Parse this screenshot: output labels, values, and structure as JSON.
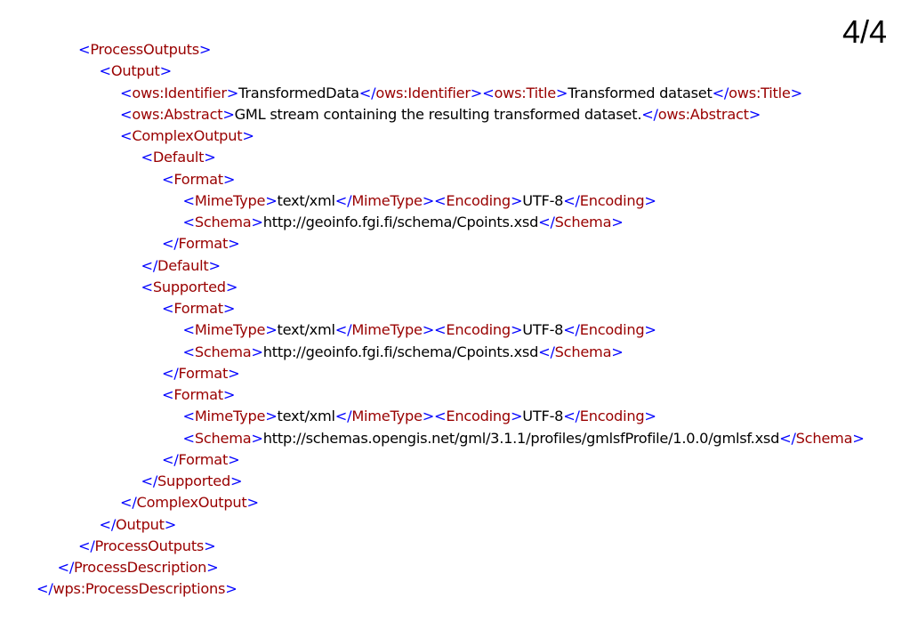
{
  "page_number": "4/4",
  "colors": {
    "punctuation": "#0000ff",
    "element_name": "#990000",
    "text_content": "#000000"
  },
  "xml_lines": [
    {
      "indent": 0,
      "tokens": [
        [
          "p",
          "<"
        ],
        [
          "n",
          "ProcessOutputs"
        ],
        [
          "p",
          ">"
        ]
      ]
    },
    {
      "indent": 1,
      "tokens": [
        [
          "p",
          "<"
        ],
        [
          "n",
          "Output"
        ],
        [
          "p",
          ">"
        ]
      ]
    },
    {
      "indent": 2,
      "tokens": [
        [
          "p",
          "<"
        ],
        [
          "n",
          "ows:Identifier"
        ],
        [
          "p",
          ">"
        ],
        [
          "t",
          "TransformedData"
        ],
        [
          "p",
          "</"
        ],
        [
          "n",
          "ows:Identifier"
        ],
        [
          "p",
          ">"
        ],
        [
          "p",
          "<"
        ],
        [
          "n",
          "ows:Title"
        ],
        [
          "p",
          ">"
        ],
        [
          "t",
          "Transformed dataset"
        ],
        [
          "p",
          "</"
        ],
        [
          "n",
          "ows:Title"
        ],
        [
          "p",
          ">"
        ]
      ]
    },
    {
      "indent": 2,
      "tokens": [
        [
          "p",
          "<"
        ],
        [
          "n",
          "ows:Abstract"
        ],
        [
          "p",
          ">"
        ],
        [
          "t",
          "GML stream containing the resulting transformed dataset."
        ],
        [
          "p",
          "</"
        ],
        [
          "n",
          "ows:Abstract"
        ],
        [
          "p",
          ">"
        ]
      ]
    },
    {
      "indent": 2,
      "tokens": [
        [
          "p",
          "<"
        ],
        [
          "n",
          "ComplexOutput"
        ],
        [
          "p",
          ">"
        ]
      ]
    },
    {
      "indent": 3,
      "tokens": [
        [
          "p",
          "<"
        ],
        [
          "n",
          "Default"
        ],
        [
          "p",
          ">"
        ]
      ]
    },
    {
      "indent": 4,
      "tokens": [
        [
          "p",
          "<"
        ],
        [
          "n",
          "Format"
        ],
        [
          "p",
          ">"
        ]
      ]
    },
    {
      "indent": 5,
      "tokens": [
        [
          "p",
          "<"
        ],
        [
          "n",
          "MimeType"
        ],
        [
          "p",
          ">"
        ],
        [
          "t",
          "text/xml"
        ],
        [
          "p",
          "</"
        ],
        [
          "n",
          "MimeType"
        ],
        [
          "p",
          ">"
        ],
        [
          "p",
          "<"
        ],
        [
          "n",
          "Encoding"
        ],
        [
          "p",
          ">"
        ],
        [
          "t",
          "UTF-8"
        ],
        [
          "p",
          "</"
        ],
        [
          "n",
          "Encoding"
        ],
        [
          "p",
          ">"
        ]
      ]
    },
    {
      "indent": 5,
      "tokens": [
        [
          "p",
          "<"
        ],
        [
          "n",
          "Schema"
        ],
        [
          "p",
          ">"
        ],
        [
          "t",
          "http://geoinfo.fgi.fi/schema/Cpoints.xsd"
        ],
        [
          "p",
          "</"
        ],
        [
          "n",
          "Schema"
        ],
        [
          "p",
          ">"
        ]
      ]
    },
    {
      "indent": 4,
      "tokens": [
        [
          "p",
          "</"
        ],
        [
          "n",
          "Format"
        ],
        [
          "p",
          ">"
        ]
      ]
    },
    {
      "indent": 3,
      "tokens": [
        [
          "p",
          "</"
        ],
        [
          "n",
          "Default"
        ],
        [
          "p",
          ">"
        ]
      ]
    },
    {
      "indent": 3,
      "tokens": [
        [
          "p",
          "<"
        ],
        [
          "n",
          "Supported"
        ],
        [
          "p",
          ">"
        ]
      ]
    },
    {
      "indent": 4,
      "tokens": [
        [
          "p",
          "<"
        ],
        [
          "n",
          "Format"
        ],
        [
          "p",
          ">"
        ]
      ]
    },
    {
      "indent": 5,
      "tokens": [
        [
          "p",
          "<"
        ],
        [
          "n",
          "MimeType"
        ],
        [
          "p",
          ">"
        ],
        [
          "t",
          "text/xml"
        ],
        [
          "p",
          "</"
        ],
        [
          "n",
          "MimeType"
        ],
        [
          "p",
          ">"
        ],
        [
          "p",
          "<"
        ],
        [
          "n",
          "Encoding"
        ],
        [
          "p",
          ">"
        ],
        [
          "t",
          "UTF-8"
        ],
        [
          "p",
          "</"
        ],
        [
          "n",
          "Encoding"
        ],
        [
          "p",
          ">"
        ]
      ]
    },
    {
      "indent": 5,
      "tokens": [
        [
          "p",
          "<"
        ],
        [
          "n",
          "Schema"
        ],
        [
          "p",
          ">"
        ],
        [
          "t",
          "http://geoinfo.fgi.fi/schema/Cpoints.xsd"
        ],
        [
          "p",
          "</"
        ],
        [
          "n",
          "Schema"
        ],
        [
          "p",
          ">"
        ]
      ]
    },
    {
      "indent": 4,
      "tokens": [
        [
          "p",
          "</"
        ],
        [
          "n",
          "Format"
        ],
        [
          "p",
          ">"
        ]
      ]
    },
    {
      "indent": 4,
      "tokens": [
        [
          "p",
          "<"
        ],
        [
          "n",
          "Format"
        ],
        [
          "p",
          ">"
        ]
      ]
    },
    {
      "indent": 5,
      "tokens": [
        [
          "p",
          "<"
        ],
        [
          "n",
          "MimeType"
        ],
        [
          "p",
          ">"
        ],
        [
          "t",
          "text/xml"
        ],
        [
          "p",
          "</"
        ],
        [
          "n",
          "MimeType"
        ],
        [
          "p",
          ">"
        ],
        [
          "p",
          "<"
        ],
        [
          "n",
          "Encoding"
        ],
        [
          "p",
          ">"
        ],
        [
          "t",
          "UTF-8"
        ],
        [
          "p",
          "</"
        ],
        [
          "n",
          "Encoding"
        ],
        [
          "p",
          ">"
        ]
      ]
    },
    {
      "indent": 5,
      "tokens": [
        [
          "p",
          "<"
        ],
        [
          "n",
          "Schema"
        ],
        [
          "p",
          ">"
        ],
        [
          "t",
          "http://schemas.opengis.net/gml/3.1.1/profiles/gmlsfProfile/1.0.0/gmlsf.xsd"
        ],
        [
          "p",
          "</"
        ],
        [
          "n",
          "Schema"
        ],
        [
          "p",
          ">"
        ]
      ]
    },
    {
      "indent": 4,
      "tokens": [
        [
          "p",
          "</"
        ],
        [
          "n",
          "Format"
        ],
        [
          "p",
          ">"
        ]
      ]
    },
    {
      "indent": 3,
      "tokens": [
        [
          "p",
          "</"
        ],
        [
          "n",
          "Supported"
        ],
        [
          "p",
          ">"
        ]
      ]
    },
    {
      "indent": 2,
      "tokens": [
        [
          "p",
          "</"
        ],
        [
          "n",
          "ComplexOutput"
        ],
        [
          "p",
          ">"
        ]
      ]
    },
    {
      "indent": 1,
      "tokens": [
        [
          "p",
          "</"
        ],
        [
          "n",
          "Output"
        ],
        [
          "p",
          ">"
        ]
      ]
    },
    {
      "indent": 0,
      "tokens": [
        [
          "p",
          "</"
        ],
        [
          "n",
          "ProcessOutputs"
        ],
        [
          "p",
          ">"
        ]
      ]
    },
    {
      "indent": -1,
      "tokens": [
        [
          "p",
          "</"
        ],
        [
          "n",
          "ProcessDescription"
        ],
        [
          "p",
          ">"
        ]
      ]
    },
    {
      "indent": -2,
      "tokens": [
        [
          "p",
          "</"
        ],
        [
          "n",
          "wps:ProcessDescriptions"
        ],
        [
          "p",
          ">"
        ]
      ]
    }
  ]
}
